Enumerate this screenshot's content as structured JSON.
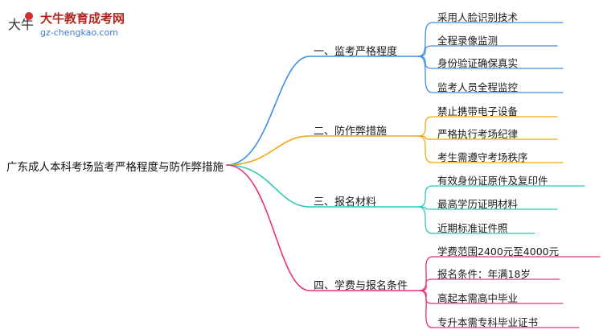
{
  "logo": {
    "title": "大牛教育成考网",
    "url": "gz-chengkao.com",
    "mark": "大牛",
    "colors": {
      "title": "#b3261e",
      "url": "#3a7bd5",
      "mark": "#333333",
      "accent": "#d62c2c"
    }
  },
  "mindmap": {
    "root": "广东成人本科考场监考严格程度与防作弊措施",
    "branches": [
      {
        "label": "一、监考严格程度",
        "color": "#3b8fe8",
        "leaves": [
          "采用人脸识别技术",
          "全程录像监测",
          "身份验证确保真实",
          "监考人员全程监控"
        ]
      },
      {
        "label": "二、防作弊措施",
        "color": "#f2a60c",
        "leaves": [
          "禁止携带电子设备",
          "严格执行考场纪律",
          "考生需遵守考场秩序"
        ]
      },
      {
        "label": "三、报名材料",
        "color": "#2cc8b4",
        "leaves": [
          "有效身份证原件及复印件",
          "最高学历证明材料",
          "近期标准证件照"
        ]
      },
      {
        "label": "四、学费与报名条件",
        "color": "#e8307e",
        "leaves": [
          "学费范围2400元至4000元",
          "报名条件：年满18岁",
          "高起本需高中毕业",
          "专升本需专科毕业证书"
        ]
      }
    ]
  }
}
